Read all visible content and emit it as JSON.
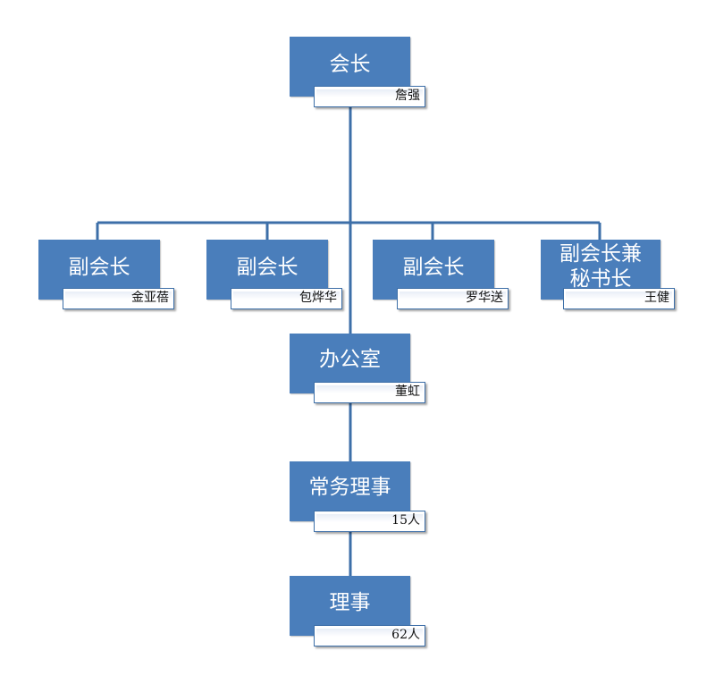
{
  "nodes": {
    "president": {
      "title": "会长",
      "name": "詹强"
    },
    "vp1": {
      "title": "副会长",
      "name": "金亚蓓"
    },
    "vp2": {
      "title": "副会长",
      "name": "包烨华"
    },
    "vp3": {
      "title": "副会长",
      "name": "罗华送"
    },
    "vp4": {
      "title": "副会长兼秘书长",
      "name": "王健"
    },
    "office": {
      "title": "办公室",
      "name": "董虹"
    },
    "standing": {
      "title": "常务理事",
      "name": "15人"
    },
    "council": {
      "title": "理事",
      "name": "62人"
    }
  },
  "colors": {
    "box_fill": "#4a7ebb",
    "line": "#3d6fa8",
    "name_border": "#3d6fa8"
  }
}
